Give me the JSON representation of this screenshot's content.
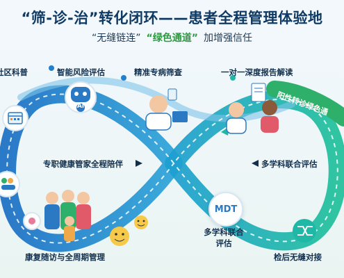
{
  "title": "“筛-诊-治”转化闭环——患者全程管理体验地",
  "subtitle": {
    "part1": "“无缝链连”",
    "part2": "“绿色通道”",
    "part3": "加增强信任"
  },
  "steps": {
    "community": "社区科普",
    "ai_risk": "智能风险评估",
    "screening": "精准专病筛查",
    "report": "一对一深度报告解读",
    "green_channel": "阳性转诊绿色通",
    "health_manager": "专职健康管家全程陪伴",
    "mdt_right": "多学科联合评估",
    "mdt_center_line1": "多学科联合",
    "mdt_center_line2": "评估",
    "rehab": "康复随访与全周期管理",
    "seamless": "检后无缝对接"
  },
  "badges": {
    "ai": "AI",
    "mdt": "MDT"
  },
  "colors": {
    "loop_blue": "#1f7fd0",
    "loop_teal": "#1fb7a6",
    "green_channel": "#2fb06a",
    "title": "#0f3a64",
    "accent_green": "#2c9a3f"
  },
  "icons": [
    "calendar-icon",
    "people-icon",
    "robot-icon",
    "doctor-icon",
    "report-icon",
    "mdt-badge",
    "shuffle-icon",
    "family-icon",
    "smiley-icon"
  ]
}
